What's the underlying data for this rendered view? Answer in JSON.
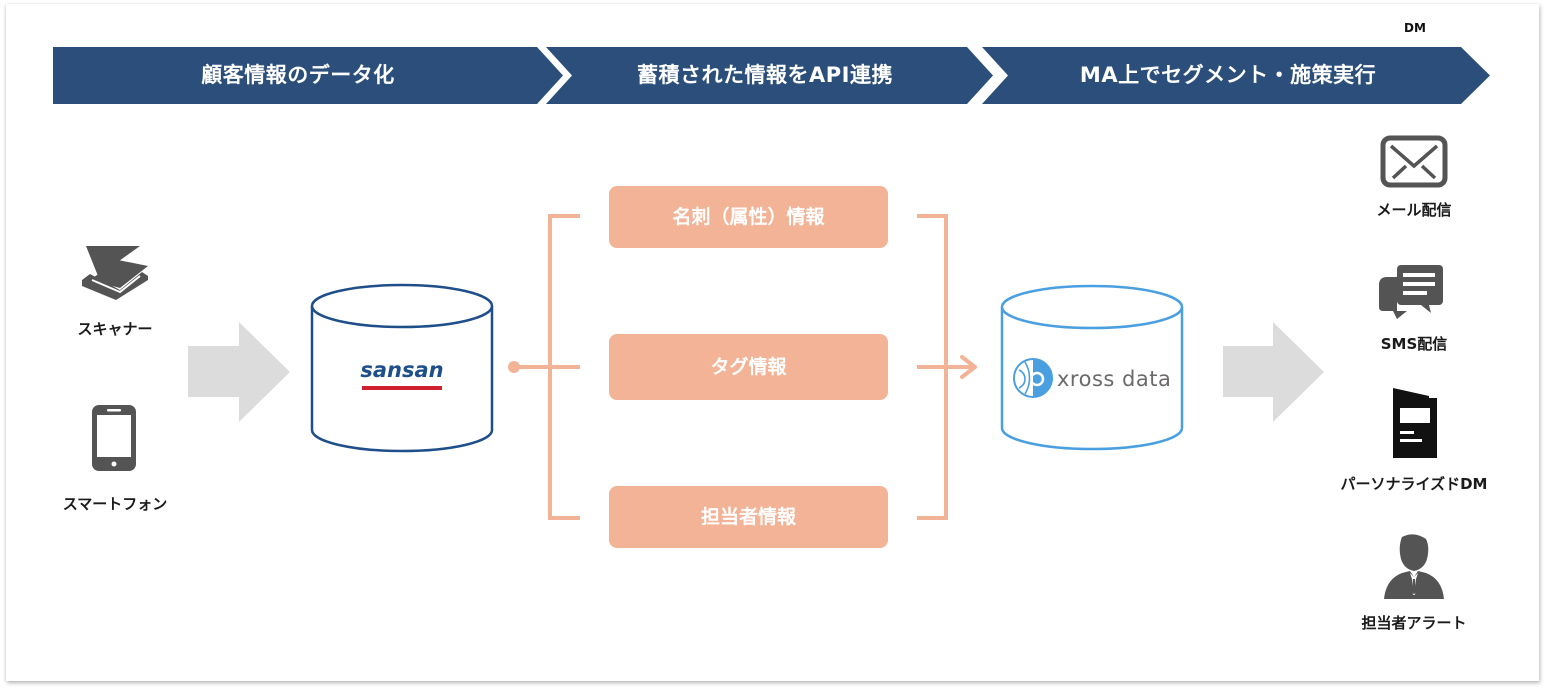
{
  "colors": {
    "step_bar": "#2b4f7a",
    "info": "#f3b396",
    "gray_arrow": "#dcdcdc",
    "sansan_blue": "#1f4f8a",
    "sansan_red": "#d0202f",
    "xross_blue": "#4a9fe0",
    "icon_gray": "#545454"
  },
  "steps": [
    {
      "label": "顧客情報のデータ化"
    },
    {
      "label": "蓄積された情報をAPI連携"
    },
    {
      "label": "MA上でセグメント・施策実行"
    }
  ],
  "inputs": [
    {
      "icon": "scanner-icon",
      "label": "スキャナー"
    },
    {
      "icon": "smartphone-icon",
      "label": "スマートフォン"
    }
  ],
  "source_db": {
    "logo_text": "sansan"
  },
  "info_items": [
    {
      "label": "名刺（属性）情報"
    },
    {
      "label": "タグ情報"
    },
    {
      "label": "担当者情報"
    }
  ],
  "target_db": {
    "logo_text": "xross data"
  },
  "outputs": [
    {
      "icon": "mail-icon",
      "label": "メール配信"
    },
    {
      "icon": "chat-icon",
      "label": "SMS配信"
    },
    {
      "icon": "dm-icon",
      "label": "パーソナライズドDM",
      "icon_text": "DM"
    },
    {
      "icon": "person-icon",
      "label": "担当者アラート"
    }
  ]
}
